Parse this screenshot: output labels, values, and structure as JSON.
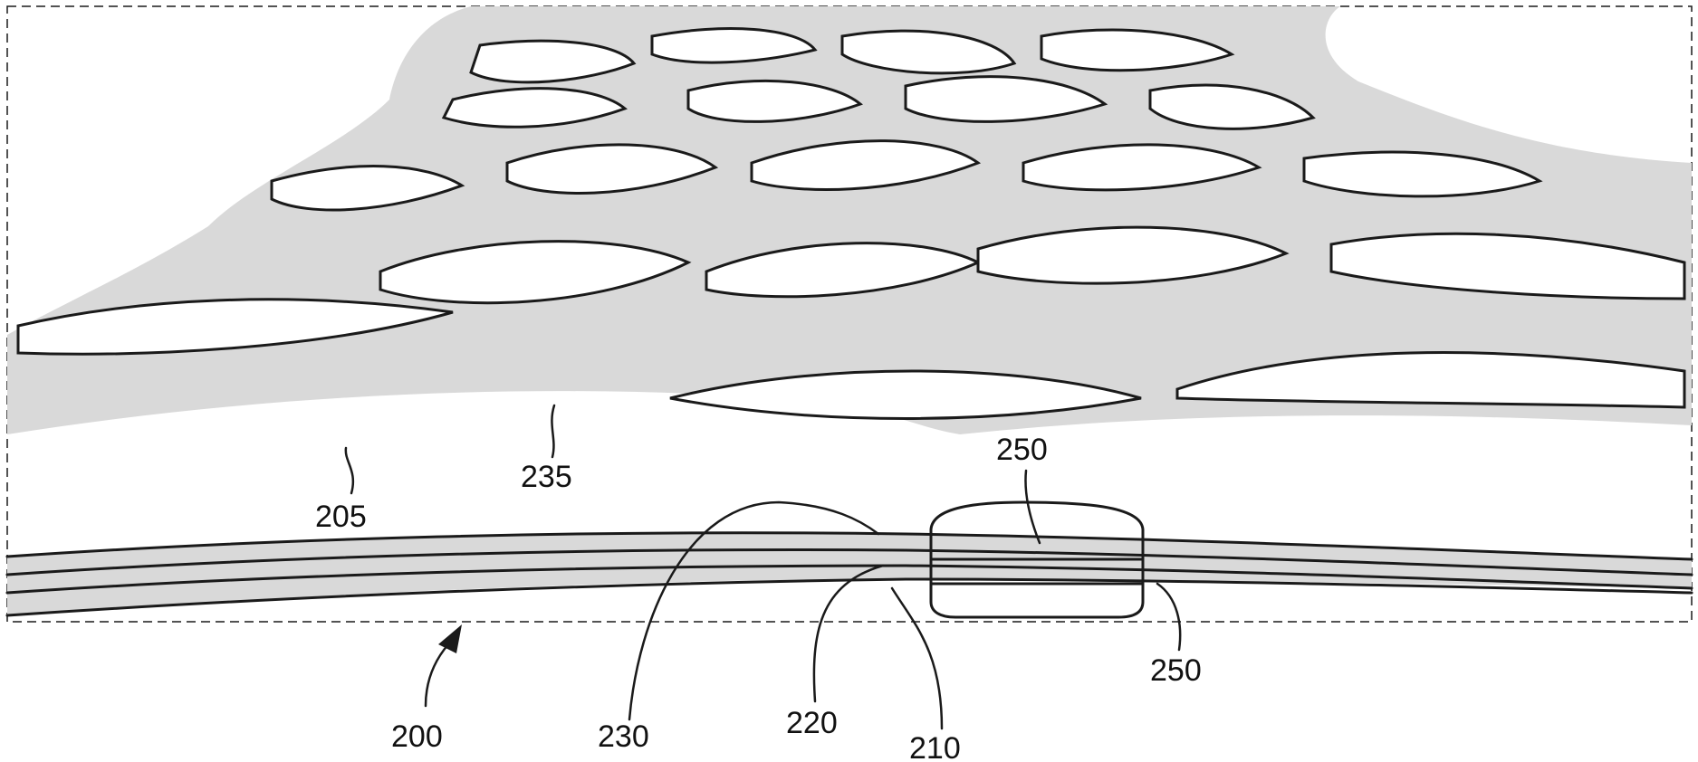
{
  "figure": {
    "labels": {
      "l200": "200",
      "l205": "205",
      "l210": "210",
      "l220": "220",
      "l230": "230",
      "l235": "235",
      "l250_top": "250",
      "l250_bottom": "250"
    },
    "colors": {
      "ink": "#1a1a1a",
      "fill": "#d9d9d9",
      "background": "#ffffff"
    }
  }
}
